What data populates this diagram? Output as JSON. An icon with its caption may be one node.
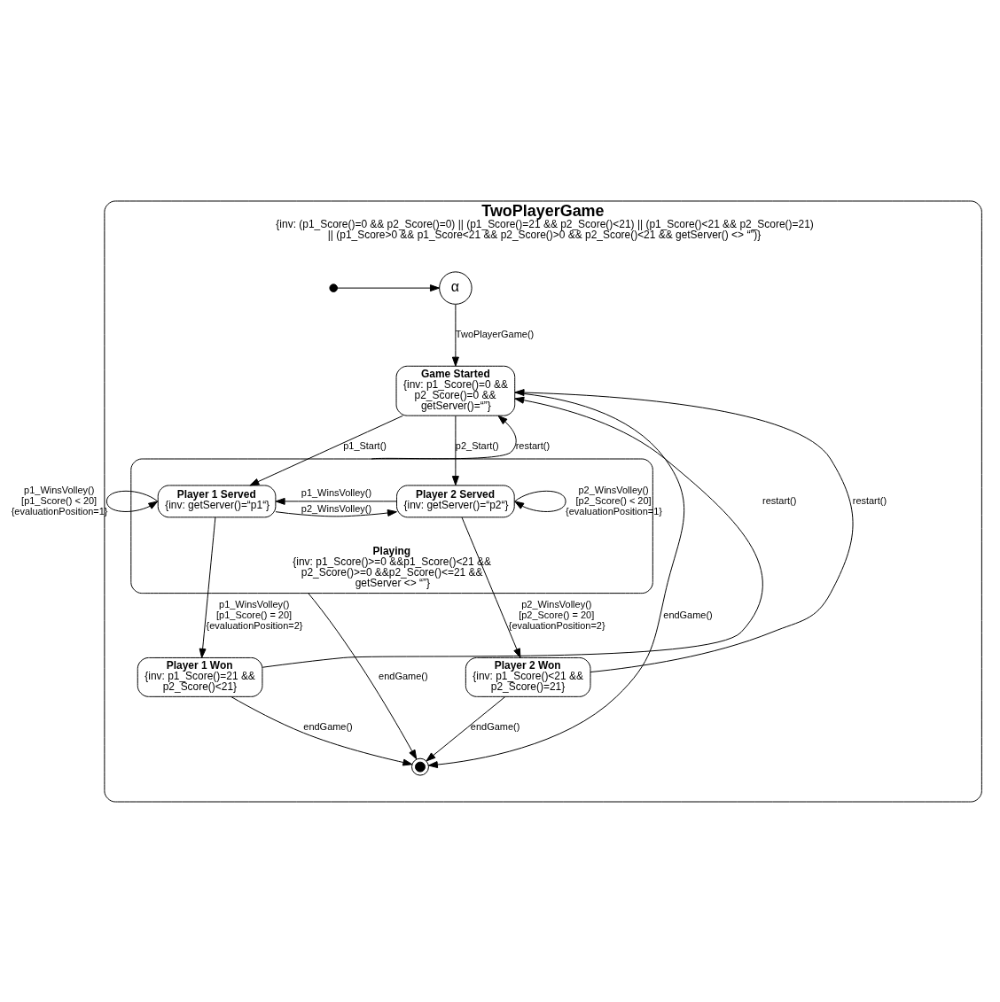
{
  "diagram": {
    "nodes": [
      {
        "text": [
          "TwoPlayerGame",
          "{inv: (p1_Score()=0 && p2_Score()=0) || (p1_Score()=21 && p2_Score()<21) || (p1_Score()<21 && p2_Score()=21) || (p1_Score>0 && p1_Score<21 && p2_Score()>0 && p2_Score()<21 && getServer() <> “”)}"
        ]
      },
      {
        "text": [],
        "shape": "circle",
        "in": 0
      },
      {
        "text": [
          "α"
        ],
        "in": 0
      },
      {
        "text": [
          "Game Started",
          "{inv: p1_Score()=0 && p2_Score()=0 && getServer()=“”}"
        ],
        "in": 0
      },
      {
        "text": [
          "Playing",
          "{inv: p1_Score()>=0 &&p1_Score()<21 && p2_Score()>=0 &&p2_Score()<=21 && getServer <> “”}"
        ],
        "in": 0
      },
      {
        "text": [
          "Player 1 Served",
          "{inv: getServer()=“p1“}"
        ],
        "in": 4
      },
      {
        "text": [
          "Player 2 Served",
          "{inv: getServer()=“p2“}"
        ],
        "in": 4
      },
      {
        "text": [
          "Player 1 Won",
          "{inv: p1_Score()=21 && p2_Score()<21}"
        ],
        "in": 0
      },
      {
        "text": [
          "Player 2 Won",
          "{inv: p1_Score()<21 && p2_Score()=21}"
        ],
        "in": 0
      },
      {
        "text": [],
        "shape": "circle",
        "in": 0
      }
    ],
    "edges": [
      {
        "from": 1,
        "to": 2,
        "arrow": "to"
      },
      {
        "from": 2,
        "to": 3,
        "arrow": "to",
        "label": "TwoPlayerGame()"
      },
      {
        "from": 3,
        "to": 9,
        "arrow": "to",
        "label": "endGame()"
      },
      {
        "from": 3,
        "to": 5,
        "arrow": "to",
        "label": "p1_Start()"
      },
      {
        "from": 3,
        "to": 6,
        "arrow": "to",
        "label": "p2_Start()"
      },
      {
        "from": 4,
        "to": 3,
        "arrow": "to",
        "label": "restart()"
      },
      {
        "from": 5,
        "to": 5,
        "arrow": "to",
        "label": "p1_WinsVolley() [p1_Score() < 20] {evaluationPosition=1}"
      },
      {
        "from": 6,
        "to": 6,
        "arrow": "to",
        "label": "p2_WinsVolley() [p2_Score() < 20] {evaluationPosition=1}"
      },
      {
        "from": 6,
        "to": 5,
        "arrow": "to",
        "label": "p1_WinsVolley()"
      },
      {
        "from": 5,
        "to": 6,
        "arrow": "to",
        "label": "p2_WinsVolley()"
      },
      {
        "from": 5,
        "to": 7,
        "arrow": "to",
        "label": "p1_WinsVolley() [p1_Score() = 20] {evaluationPosition=2}"
      },
      {
        "from": 4,
        "to": 9,
        "arrow": "to",
        "label": "endGame()"
      },
      {
        "from": 6,
        "to": 8,
        "arrow": "to",
        "label": "p2_WinsVolley() [p2_Score() = 20] {evaluationPosition=2}"
      },
      {
        "from": 7,
        "to": 3,
        "arrow": "to",
        "label": "restart()"
      },
      {
        "from": 8,
        "to": 3,
        "arrow": "to",
        "label": "restart()"
      },
      {
        "from": 7,
        "to": 9,
        "arrow": "to",
        "label": "endGame()"
      },
      {
        "from": 8,
        "to": 9,
        "arrow": "to",
        "label": "endGame()"
      }
    ]
  }
}
